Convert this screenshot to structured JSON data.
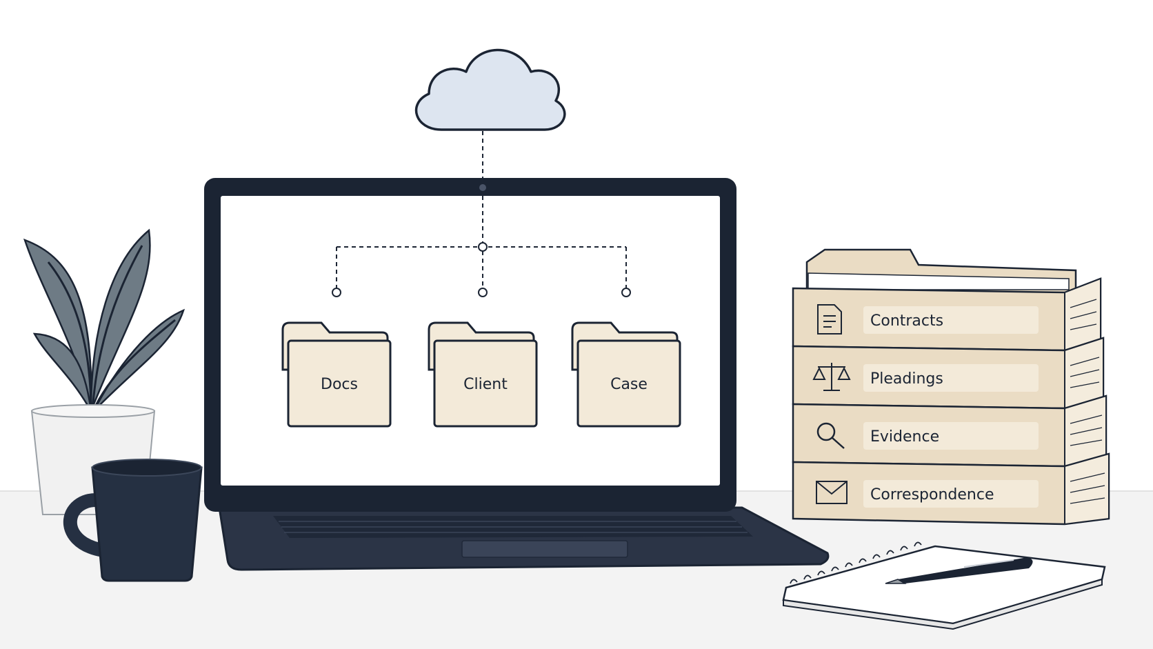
{
  "screen_folders": [
    {
      "label": "Docs"
    },
    {
      "label": "Client"
    },
    {
      "label": "Case"
    }
  ],
  "binders": [
    {
      "label": "Contracts",
      "icon": "document-icon"
    },
    {
      "label": "Pleadings",
      "icon": "scales-of-justice-icon"
    },
    {
      "label": "Evidence",
      "icon": "magnifying-glass-icon"
    },
    {
      "label": "Correspondence",
      "icon": "envelope-icon"
    }
  ],
  "colors": {
    "outline": "#1b2433",
    "laptop_frame": "#1b2433",
    "folder_fill": "#f3ead9",
    "binder_fill": "#eadcc4",
    "cloud_fill": "#dde5f0",
    "plant_leaf": "#6e7b85",
    "mug": "#253042",
    "desk": "#f4f4f4"
  }
}
